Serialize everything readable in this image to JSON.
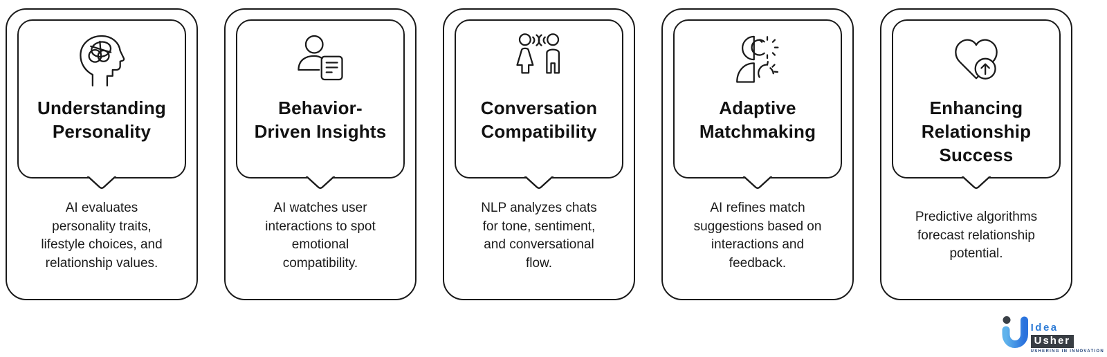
{
  "colors": {
    "stroke": "#1a1a1a",
    "text": "#111111",
    "logo_blue_light": "#5fb3ec",
    "logo_blue": "#2e7cd6",
    "logo_dark": "#383d43",
    "logo_navy": "#1e3f77"
  },
  "cards": [
    {
      "icon": "head-brain-icon",
      "title": "Understanding\nPersonality",
      "description": "AI evaluates\npersonality traits,\nlifestyle choices, and\nrelationship values."
    },
    {
      "icon": "user-document-icon",
      "title": "Behavior-\nDriven Insights",
      "description": "AI watches user\ninteractions to spot\nemotional\ncompatibility."
    },
    {
      "icon": "conversation-people-icon",
      "title": "Conversation\nCompatibility",
      "description": "NLP analyzes chats\nfor tone, sentiment,\nand conversational\nflow."
    },
    {
      "icon": "user-gears-icon",
      "title": "Adaptive\nMatchmaking",
      "description": "AI refines match\nsuggestions based on\ninteractions and\nfeedback."
    },
    {
      "icon": "heart-growth-icon",
      "title": "Enhancing\nRelationship\nSuccess",
      "description": "Predictive algorithms\nforecast relationship\npotential."
    }
  ],
  "logo": {
    "brand_top": "Idea",
    "brand_bottom": "Usher",
    "tagline": "USHERING IN INNOVATION"
  }
}
